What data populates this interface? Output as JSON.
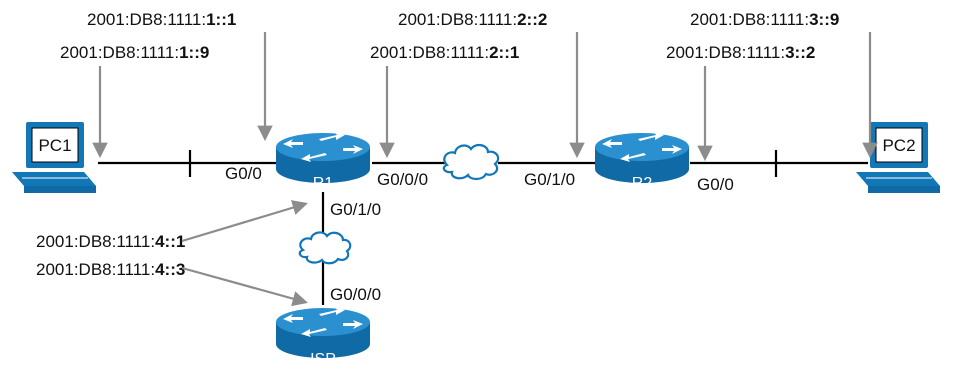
{
  "devices": {
    "pc1": "PC1",
    "pc2": "PC2",
    "r1": "R1",
    "r2": "R2",
    "isp": "ISP"
  },
  "interfaces": {
    "r1_g00": "G0/0",
    "r1_g000": "G0/0/0",
    "r1_g010": "G0/1/0",
    "r2_g010": "G0/1/0",
    "r2_g00": "G0/0",
    "isp_g000": "G0/0/0"
  },
  "addresses": {
    "r1_lan": {
      "prefix": "2001:DB8:1111:",
      "suffix": "1::1"
    },
    "pc1": {
      "prefix": "2001:DB8:1111:",
      "suffix": "1::9"
    },
    "r2_wan": {
      "prefix": "2001:DB8:1111:",
      "suffix": "2::2"
    },
    "r1_wan": {
      "prefix": "2001:DB8:1111:",
      "suffix": "2::1"
    },
    "pc2": {
      "prefix": "2001:DB8:1111:",
      "suffix": "3::9"
    },
    "r2_lan": {
      "prefix": "2001:DB8:1111:",
      "suffix": "3::2"
    },
    "r1_isp": {
      "prefix": "2001:DB8:1111:",
      "suffix": "4::1"
    },
    "isp": {
      "prefix": "2001:DB8:1111:",
      "suffix": "4::3"
    }
  },
  "colors": {
    "router_blue": "#1277b6",
    "router_top": "#2a90cf",
    "arrow_gray": "#8c8c8c"
  },
  "icons": [
    "router-icon",
    "pc-icon",
    "wan-cloud-icon"
  ]
}
